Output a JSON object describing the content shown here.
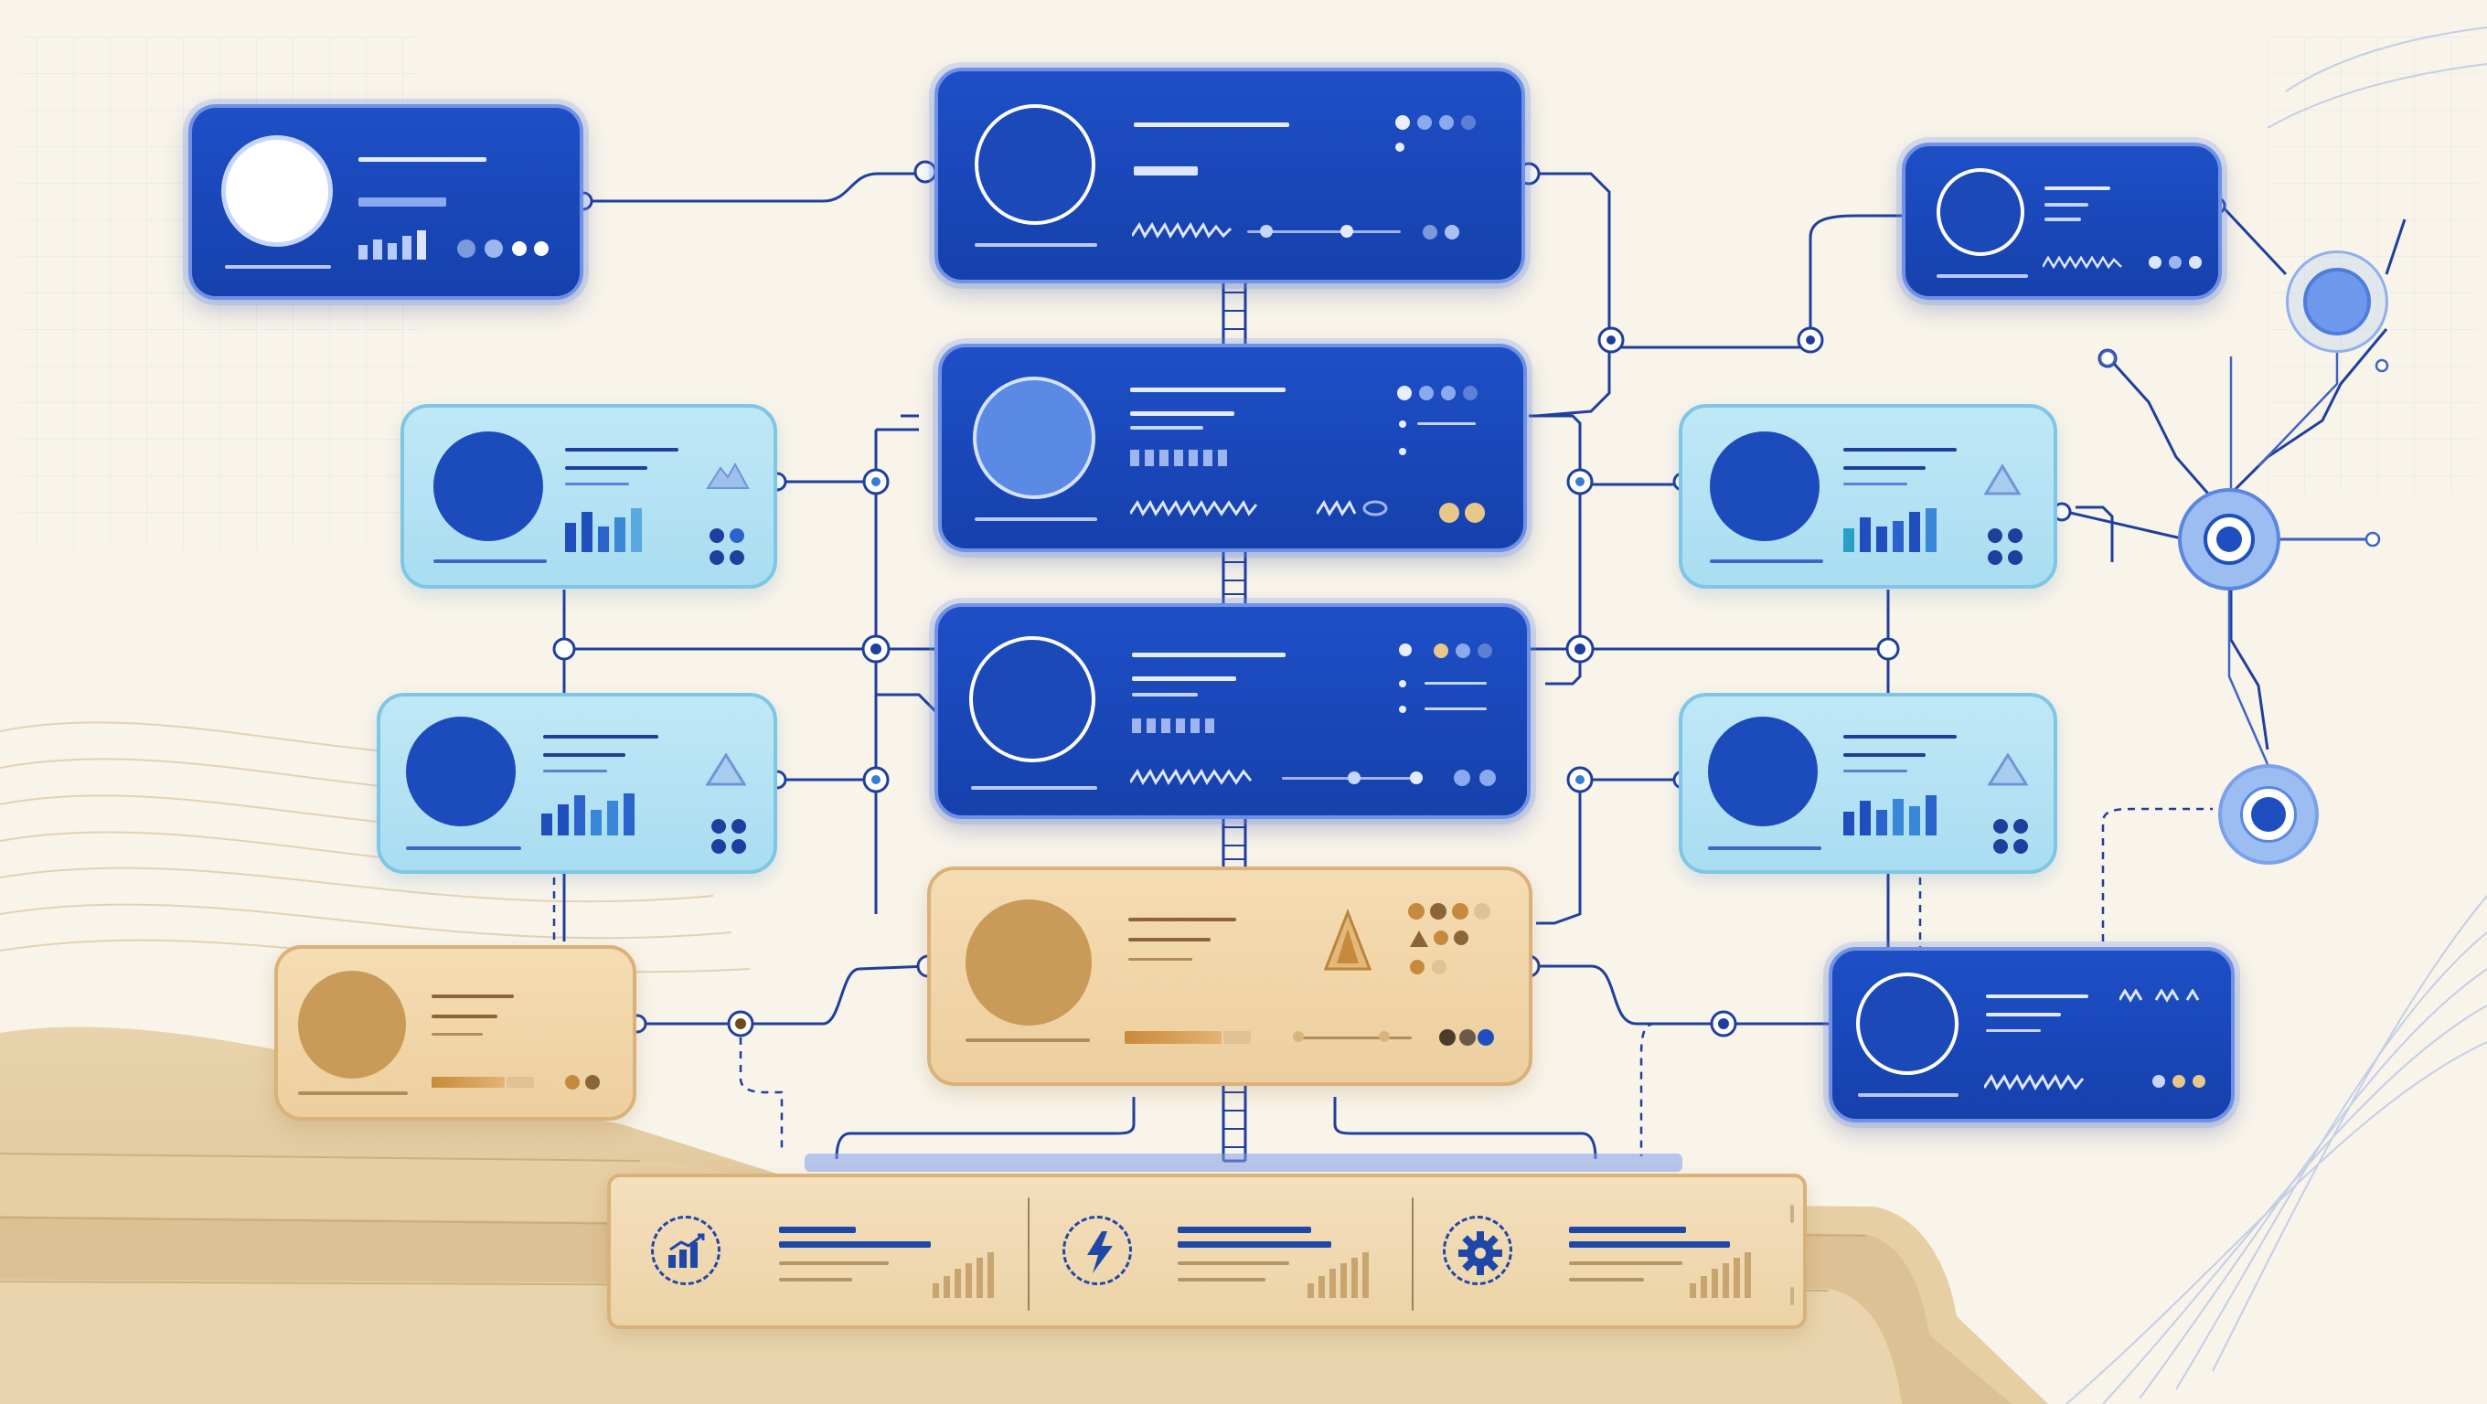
{
  "diagram": {
    "type": "dashboard-network-illustration",
    "colors": {
      "background": "#f8f4ea",
      "primary_blue": "#1e4fc6",
      "light_blue": "#bfe8f6",
      "sand": "#f0d4a6",
      "line": "#1f3f9e"
    },
    "cards": [
      {
        "name": "card-top-left",
        "variant": "blue",
        "avatar": "white-circle"
      },
      {
        "name": "card-top-center",
        "variant": "blue",
        "avatar": "outlined-circle"
      },
      {
        "name": "card-top-right",
        "variant": "blue",
        "avatar": "outlined-circle"
      },
      {
        "name": "card-center-2",
        "variant": "blue",
        "avatar": "light-circle"
      },
      {
        "name": "card-center-3",
        "variant": "blue",
        "avatar": "outlined-circle"
      },
      {
        "name": "card-mid-left-1",
        "variant": "light",
        "avatar": "blue-circle",
        "icon": "mountain-icon"
      },
      {
        "name": "card-mid-left-2",
        "variant": "light",
        "avatar": "blue-circle",
        "icon": "triangle-icon"
      },
      {
        "name": "card-mid-right-1",
        "variant": "light",
        "avatar": "blue-circle",
        "icon": "triangle-icon"
      },
      {
        "name": "card-mid-right-2",
        "variant": "light",
        "avatar": "blue-circle",
        "icon": "triangle-icon"
      },
      {
        "name": "card-sand-center",
        "variant": "sand",
        "avatar": "tan-circle",
        "icon": "warning-icon"
      },
      {
        "name": "card-sand-left",
        "variant": "sand",
        "avatar": "tan-circle"
      },
      {
        "name": "card-bottom-right",
        "variant": "blue",
        "avatar": "outlined-circle"
      }
    ],
    "bottom_panel": {
      "sections": [
        {
          "icon": "growth-chart-icon"
        },
        {
          "icon": "lightning-icon"
        },
        {
          "icon": "gear-icon"
        }
      ]
    },
    "hubs": [
      "hub-node-top",
      "hub-node-middle",
      "hub-node-bottom"
    ]
  }
}
